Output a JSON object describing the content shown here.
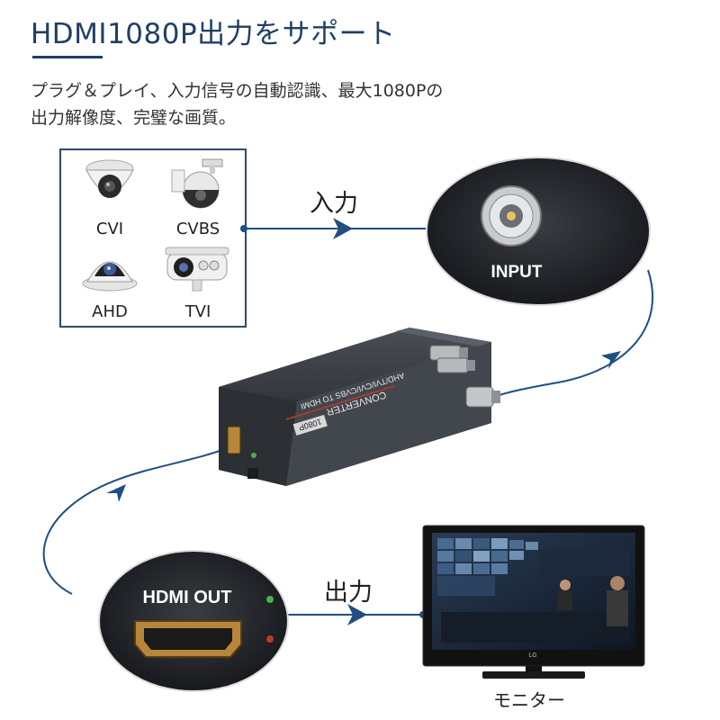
{
  "heading": {
    "title": "HDMI1080P出力をサポート",
    "description_line1": "プラグ＆プレイ、入力信号の自動認識、最大1080Pの",
    "description_line2": "出力解像度、完璧な画質。"
  },
  "cameras": [
    {
      "label": "CVI",
      "icon": "dome-camera-icon"
    },
    {
      "label": "CVBS",
      "icon": "ceiling-speed-dome-icon"
    },
    {
      "label": "AHD",
      "icon": "dome-camera-icon"
    },
    {
      "label": "TVI",
      "icon": "bullet-camera-icon"
    }
  ],
  "flow": {
    "input_label": "入力",
    "output_label": "出力",
    "input_port_label": "INPUT",
    "output_port_label": "HDMI OUT"
  },
  "device": {
    "label_line1": "CONVERTER",
    "label_line2": "AHD/TVI/CVI/CVBS TO HDMI",
    "badge": "1080P"
  },
  "monitor": {
    "label": "モニター",
    "brand": "LG"
  },
  "colors": {
    "accent": "#1f3f66",
    "arrow": "#1f4e82",
    "device_body": "#3b3f45"
  }
}
